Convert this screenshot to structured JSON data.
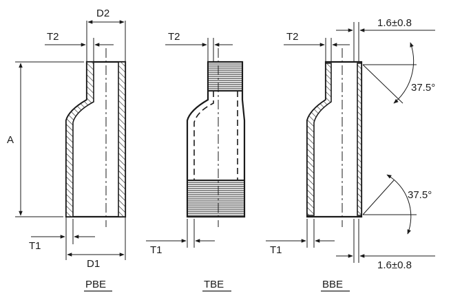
{
  "dimensions": {
    "d2": "D2",
    "d1": "D1",
    "a": "A",
    "t1": "T1",
    "t2": "T2",
    "bevel_gap": "1.6±0.8",
    "bevel_angle": "37.5°"
  },
  "views": [
    {
      "label": "PBE"
    },
    {
      "label": "TBE"
    },
    {
      "label": "BBE"
    }
  ]
}
